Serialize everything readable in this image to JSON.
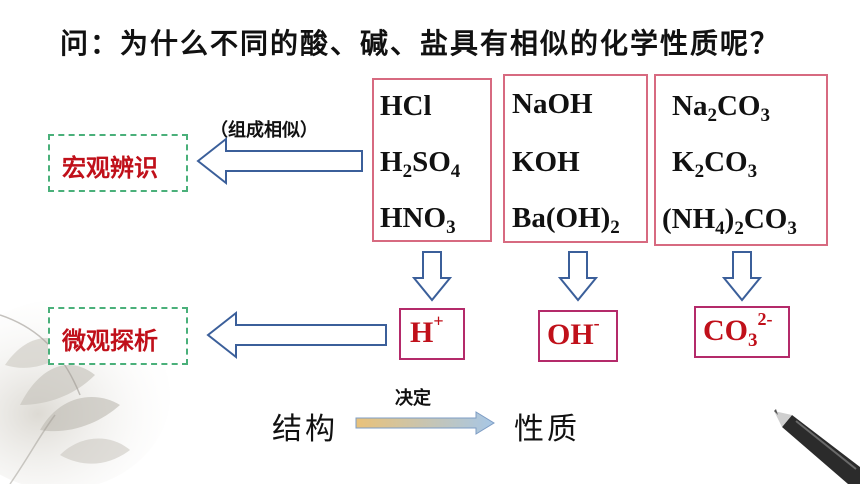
{
  "question": "问：为什么不同的酸、碱、盐具有相似的化学性质呢？",
  "macro_label": "宏观辨识",
  "micro_label": "微观探析",
  "composition_note": "（组成相似）",
  "acids": {
    "hcl": "HCl",
    "h2so4": {
      "a": "H",
      "b": "2",
      "c": "SO",
      "d": "4"
    },
    "hno3": {
      "a": "HNO",
      "b": "3"
    }
  },
  "bases": {
    "naoh": "NaOH",
    "koh": "KOH",
    "baoh2": {
      "a": "Ba(OH)",
      "b": "2"
    }
  },
  "salts": {
    "na2co3": {
      "a": "Na",
      "b": "2",
      "c": "CO",
      "d": "3"
    },
    "k2co3": {
      "a": "K",
      "b": "2",
      "c": "CO",
      "d": "3"
    },
    "nh4_2co3": {
      "a": "(NH",
      "b": "4",
      "c": ")",
      "d": "2",
      "e": "CO",
      "f": "3"
    }
  },
  "ions": {
    "h": {
      "base": "H",
      "charge": "+"
    },
    "oh": {
      "base": "OH",
      "charge": "-"
    },
    "co3": {
      "base": "CO",
      "sub": "3",
      "charge": "2-"
    }
  },
  "structure_label": "结构",
  "decides_label": "决定",
  "property_label": "性质",
  "colors": {
    "formula_box_border": "#d76a80",
    "ion_box_border": "#b42a6a",
    "dashed_box_border": "#4ab07a",
    "label_red": "#c0101a",
    "arrow_stroke": "#3b5f9a",
    "arrow_fill": "#ffffff",
    "gradient_arrow_start": "#e9c27a",
    "gradient_arrow_end": "#a7c7e6"
  }
}
